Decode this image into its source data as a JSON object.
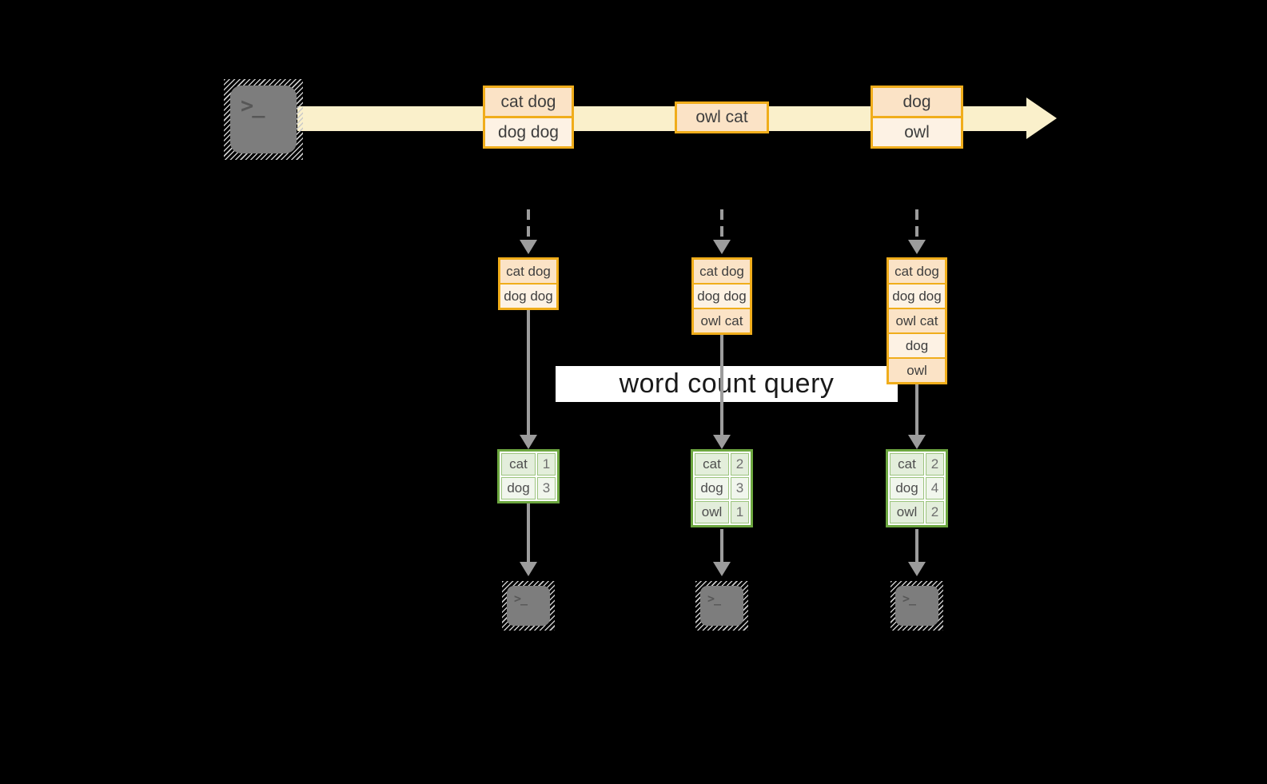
{
  "banner": {
    "label": "word count query"
  },
  "terminal": {
    "glyph": ">_"
  },
  "stream": {
    "events": [
      {
        "lines": [
          "cat dog",
          "dog dog"
        ]
      },
      {
        "lines": [
          "owl cat"
        ]
      },
      {
        "lines": [
          "dog",
          "owl"
        ]
      }
    ]
  },
  "columns": [
    {
      "batch": [
        "cat dog",
        "dog dog"
      ],
      "counts": [
        {
          "word": "cat",
          "count": "1"
        },
        {
          "word": "dog",
          "count": "3"
        }
      ]
    },
    {
      "batch": [
        "cat dog",
        "dog dog",
        "owl cat"
      ],
      "counts": [
        {
          "word": "cat",
          "count": "2"
        },
        {
          "word": "dog",
          "count": "3"
        },
        {
          "word": "owl",
          "count": "1"
        }
      ]
    },
    {
      "batch": [
        "cat dog",
        "dog dog",
        "owl cat",
        "dog",
        "owl"
      ],
      "counts": [
        {
          "word": "cat",
          "count": "2"
        },
        {
          "word": "dog",
          "count": "4"
        },
        {
          "word": "owl",
          "count": "2"
        }
      ]
    }
  ],
  "colors": {
    "background": "#000000",
    "band": "#FAF0CB",
    "box_border": "#F0AD1B",
    "box_fill_peach": "#FBE3C6",
    "box_fill_cream": "#FDF2E4",
    "green_border": "#6CA63F",
    "green_cell": "#E3EEDB",
    "green_cell_alt": "#F1F6ED",
    "green_cell_line": "#9CC47E",
    "arrow_gray": "#9C9C9C",
    "terminal_gray": "#7D7D7D",
    "terminal_hatch": "#C9C9C9",
    "glyph_gray": "#575757",
    "text_dark": "#3E3E3E",
    "count_text": "#6E6E6E",
    "banner_bg": "#FFFFFF",
    "banner_text": "#191919"
  }
}
